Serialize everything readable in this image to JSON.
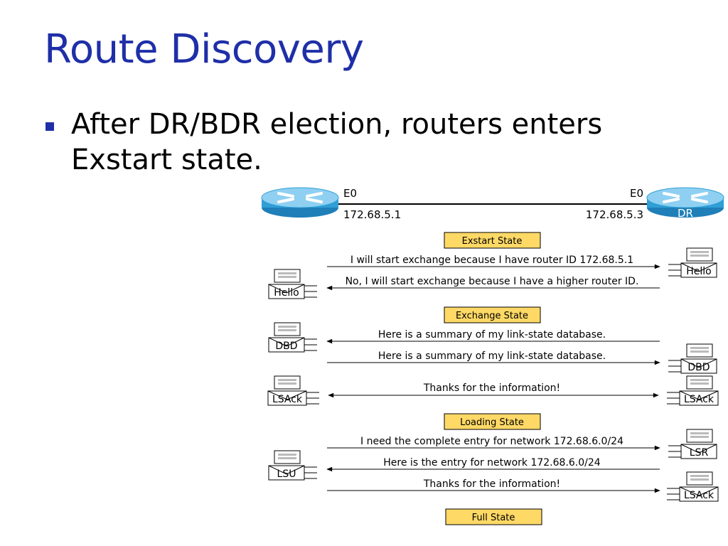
{
  "slide": {
    "title": "Route Discovery",
    "bullet": "After DR/BDR election, routers enters Exstart state."
  },
  "diagram": {
    "left_router": {
      "interface": "E0",
      "ip": "172.68.5.1",
      "label": ""
    },
    "right_router": {
      "interface": "E0",
      "ip": "172.68.5.3",
      "label": "DR"
    },
    "states": {
      "exstart": "Exstart State",
      "exchange": "Exchange State",
      "loading": "Loading State",
      "full": "Full State"
    },
    "messages": {
      "m1": "I will start exchange because I have router ID 172.68.5.1",
      "m2": "No, I will start exchange because I have a higher router ID.",
      "m3": "Here is a summary of my link-state database.",
      "m4": "Here is a summary of my link-state database.",
      "m5": "Thanks for the information!",
      "m6": "I need the complete entry for network 172.68.6.0/24",
      "m7": "Here is the entry for network 172.68.6.0/24",
      "m8": "Thanks for the information!"
    },
    "packets": {
      "p_hello_right": "Hello",
      "p_hello_left": "Hello",
      "p_dbd_left": "DBD",
      "p_dbd_right": "DBD",
      "p_lsack_left": "LSAck",
      "p_lsack_right": "LSAck",
      "p_lsr_right": "LSR",
      "p_lsu_left": "LSU",
      "p_lsack_right2": "LSAck"
    },
    "colors": {
      "title": "#1f2fa8",
      "state_fill": "#ffd966",
      "router_body": "#2f9fd6",
      "router_top": "#8fd0f2"
    }
  }
}
